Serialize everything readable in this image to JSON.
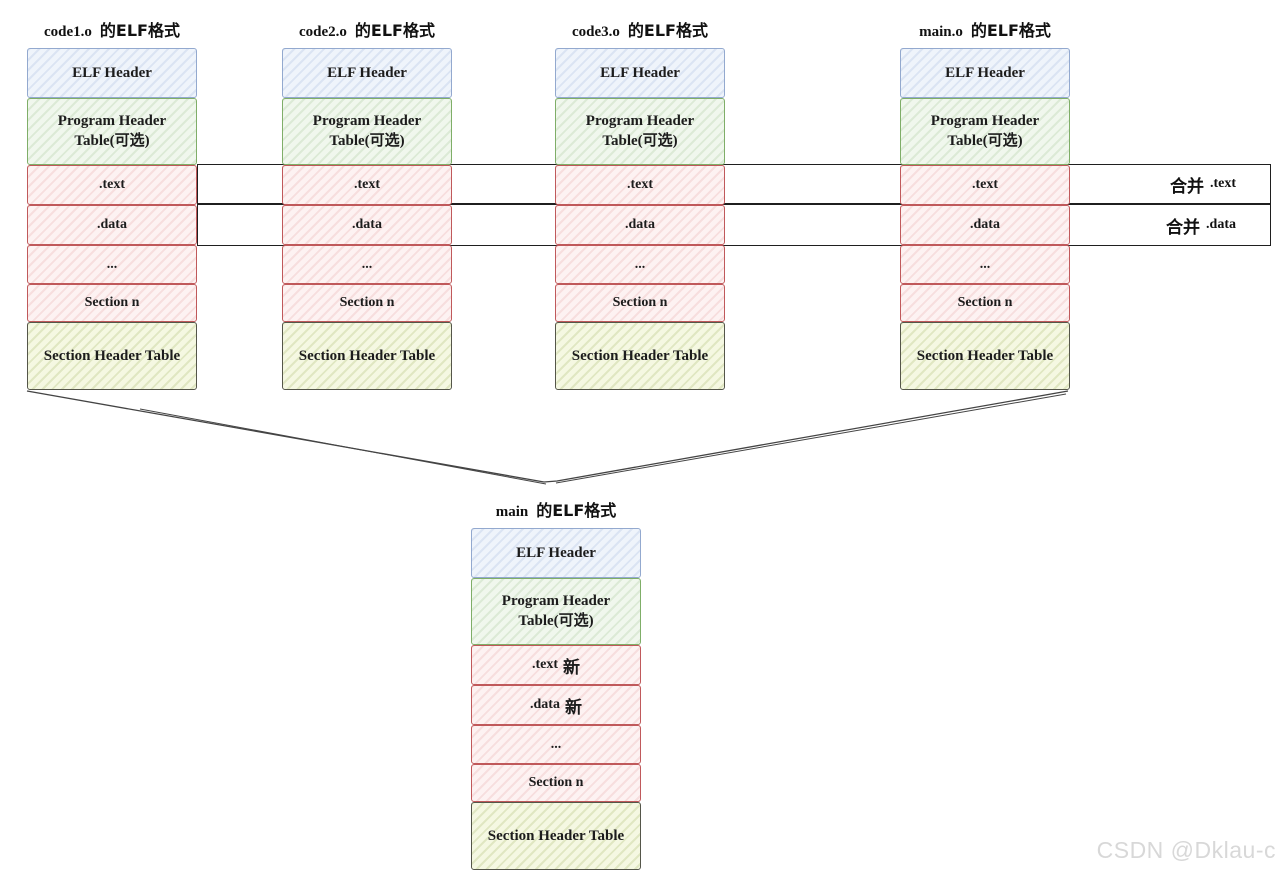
{
  "colors": {
    "elf_fill": "#eff4fb",
    "elf_border": "#93a9cf",
    "ph_fill": "#f0f7ed",
    "ph_border": "#7fae68",
    "sec_fill": "#fdf2f2",
    "sec_border": "#c0595b",
    "sht_fill": "#f5f8e2",
    "sht_border": "#55564a",
    "band_border": "#1f1f1f",
    "text": "#1c1c1c",
    "watermark": "#d8d8d8"
  },
  "merge_bands": [
    {
      "cjk": "合并",
      "latin": ".text"
    },
    {
      "cjk": "合并",
      "latin": ".data"
    }
  ],
  "columns": [
    {
      "title_latin": "code1.o",
      "title_cjk": "的ELF格式",
      "rows": [
        {
          "label": "ELF Header"
        },
        {
          "label": "Program Header Table(可选)"
        },
        {
          "label": ".text"
        },
        {
          "label": ".data"
        },
        {
          "label": "..."
        },
        {
          "label": "Section n"
        },
        {
          "label": "Section Header Table"
        }
      ]
    },
    {
      "title_latin": "code2.o",
      "title_cjk": "的ELF格式",
      "rows": [
        {
          "label": "ELF Header"
        },
        {
          "label": "Program Header Table(可选)"
        },
        {
          "label": ".text"
        },
        {
          "label": ".data"
        },
        {
          "label": "..."
        },
        {
          "label": "Section n"
        },
        {
          "label": "Section Header Table"
        }
      ]
    },
    {
      "title_latin": "code3.o",
      "title_cjk": "的ELF格式",
      "rows": [
        {
          "label": "ELF Header"
        },
        {
          "label": "Program Header Table(可选)"
        },
        {
          "label": ".text"
        },
        {
          "label": ".data"
        },
        {
          "label": "..."
        },
        {
          "label": "Section n"
        },
        {
          "label": "Section Header Table"
        }
      ]
    },
    {
      "title_latin": "main.o",
      "title_cjk": "的ELF格式",
      "rows": [
        {
          "label": "ELF Header"
        },
        {
          "label": "Program Header Table(可选)"
        },
        {
          "label": ".text"
        },
        {
          "label": ".data"
        },
        {
          "label": "..."
        },
        {
          "label": "Section n"
        },
        {
          "label": "Section Header Table"
        }
      ]
    },
    {
      "title_latin": "main",
      "title_cjk": "的ELF格式",
      "rows": [
        {
          "label": "ELF Header"
        },
        {
          "label": "Program Header Table(可选)"
        },
        {
          "label": ".text",
          "suffix": "新"
        },
        {
          "label": ".data",
          "suffix": "新"
        },
        {
          "label": "..."
        },
        {
          "label": "Section n"
        },
        {
          "label": "Section Header Table"
        }
      ]
    }
  ],
  "watermark": {
    "text": "CSDN @Dklau-c"
  }
}
